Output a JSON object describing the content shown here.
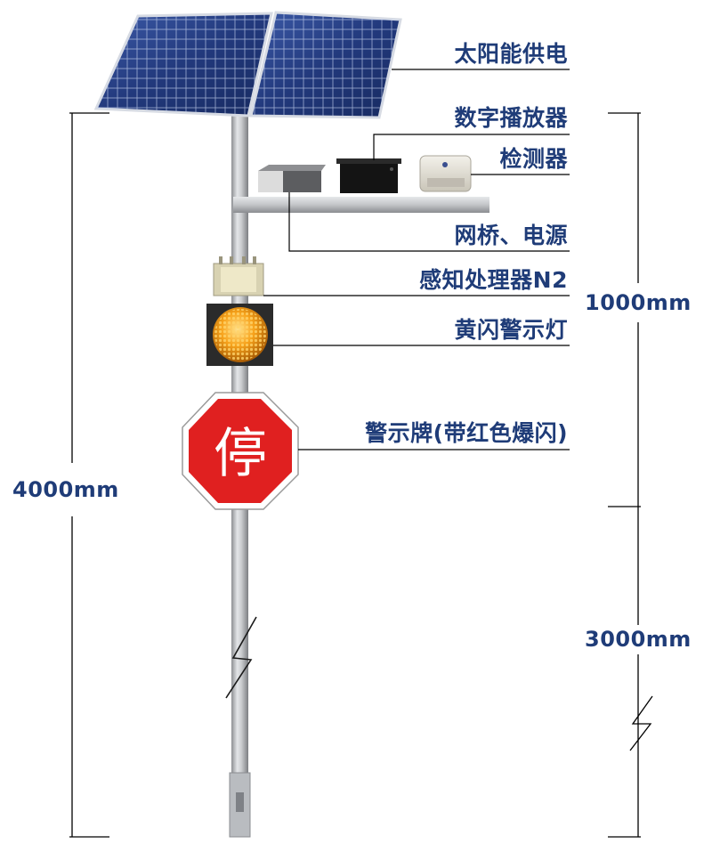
{
  "colors": {
    "label": "#1f3c78",
    "stop_sign": "#e02020",
    "lamp": "#f7a21a",
    "leader": "#000000"
  },
  "components": {
    "solar_panel": "太阳能供电",
    "digital_player": "数字播放器",
    "detector": "检测器",
    "bridge_power": "网桥、电源",
    "sensor_processor": "感知处理器N2",
    "yellow_flash": "黄闪警示灯",
    "warning_sign": "警示牌(带红色爆闪)"
  },
  "stop_sign_text": "停",
  "dimensions": {
    "total": "4000mm",
    "upper": "1000mm",
    "lower": "3000mm"
  }
}
